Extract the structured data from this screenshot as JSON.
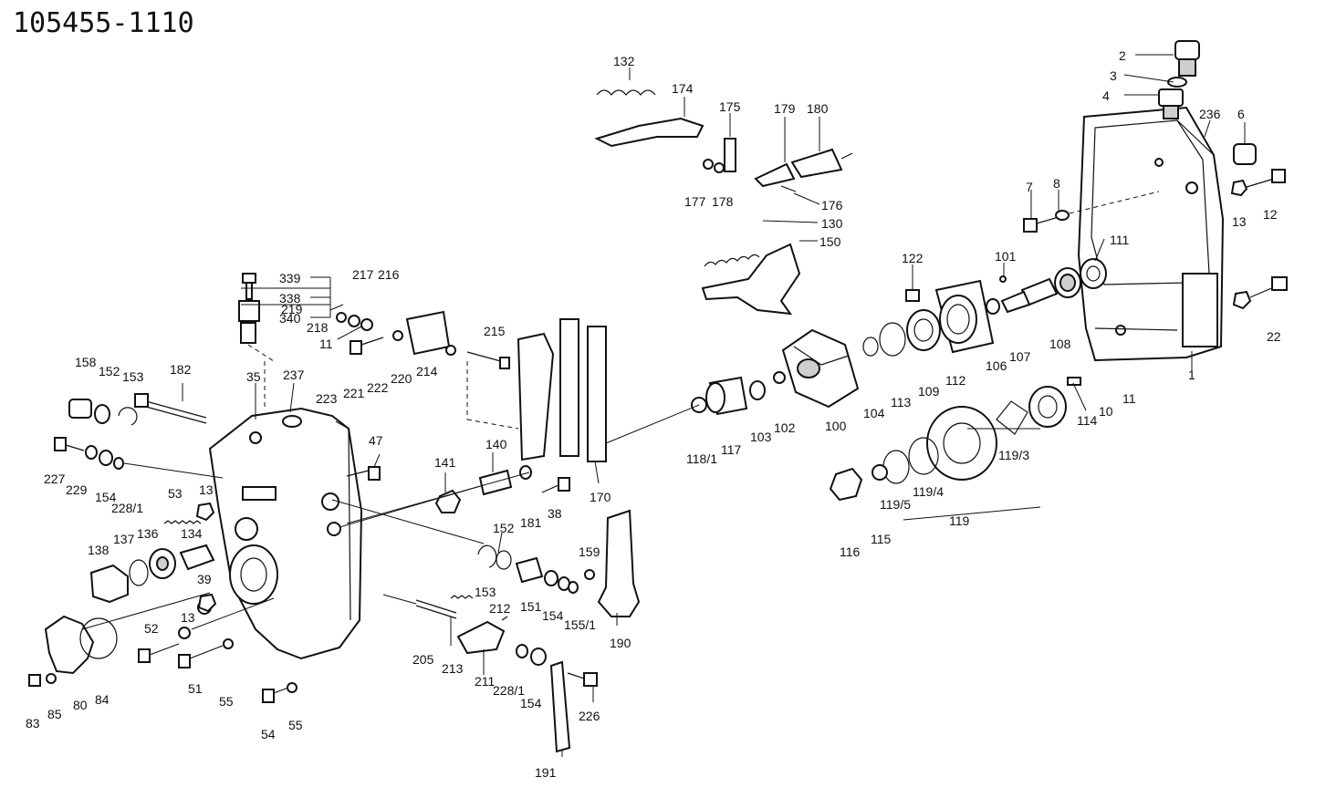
{
  "diagram": {
    "title": "105455-1110",
    "part_labels": [
      "132",
      "174",
      "175",
      "179",
      "180",
      "177",
      "178",
      "176",
      "130",
      "150",
      "2",
      "3",
      "4",
      "236",
      "6",
      "13",
      "12",
      "7",
      "8",
      "111",
      "101",
      "122",
      "107",
      "108",
      "106",
      "112",
      "109",
      "113",
      "104",
      "100",
      "102",
      "103",
      "117",
      "118/1",
      "1",
      "22",
      "10",
      "11",
      "114",
      "119/3",
      "119/4",
      "119/5",
      "119",
      "116",
      "115",
      "339",
      "338",
      "340",
      "219",
      "218",
      "217",
      "216",
      "11",
      "223",
      "221",
      "222",
      "220",
      "214",
      "215",
      "158",
      "152",
      "153",
      "182",
      "35",
      "237",
      "47",
      "227",
      "229",
      "154",
      "228/1",
      "53",
      "13",
      "138",
      "137",
      "136",
      "134",
      "39",
      "13",
      "52",
      "51",
      "55",
      "54",
      "55",
      "83",
      "85",
      "80",
      "84",
      "141",
      "140",
      "181",
      "38",
      "170",
      "152",
      "153",
      "151",
      "154",
      "155/1",
      "159",
      "190",
      "212",
      "205",
      "213",
      "211",
      "228/1",
      "154",
      "226",
      "191"
    ]
  }
}
